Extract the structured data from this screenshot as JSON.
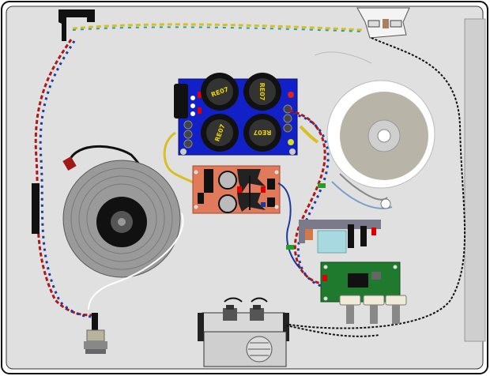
{
  "colors": {
    "chassis_bg": "#e0e0e0",
    "chassis_border": "#111111",
    "blue_board": "#1220c8",
    "amp_board": "#e07a5a",
    "tone_board": "#1f7a2e",
    "toroid": "#9a9a9a",
    "speaker_rim": "#ffffff",
    "speaker_cone": "#b8b4a8",
    "wire_red": "#b01818",
    "wire_blue": "#1a3aa0",
    "wire_yellow": "#d8c020",
    "wire_black": "#111111"
  },
  "capacitors": [
    {
      "label": "RE07"
    },
    {
      "label": "RE07"
    },
    {
      "label": "RE07"
    },
    {
      "label": "RE07"
    }
  ]
}
